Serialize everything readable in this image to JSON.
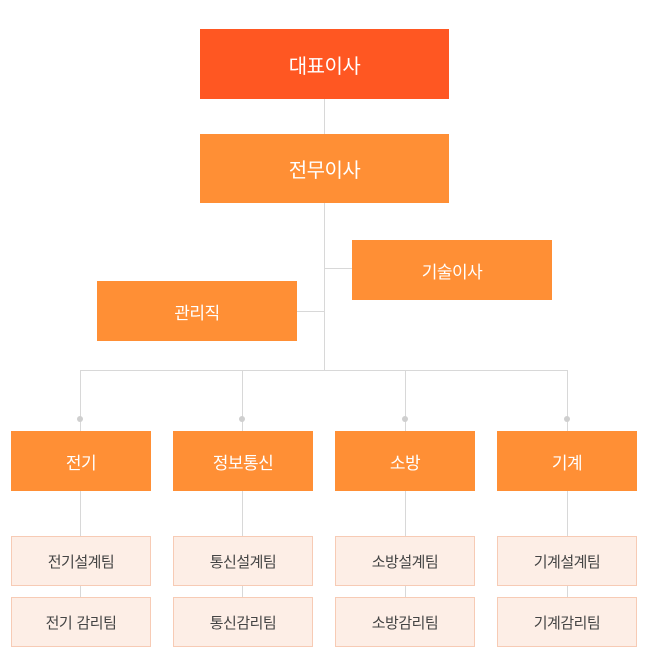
{
  "ceo": "대표이사",
  "managing_director": "전무이사",
  "technical_director": "기술이사",
  "management": "관리직",
  "departments": [
    {
      "name": "전기",
      "teams": [
        "전기설계팀",
        "전기 감리팀"
      ]
    },
    {
      "name": "정보통신",
      "teams": [
        "통신설계팀",
        "통신감리팀"
      ]
    },
    {
      "name": "소방",
      "teams": [
        "소방설계팀",
        "소방감리팀"
      ]
    },
    {
      "name": "기계",
      "teams": [
        "기계설계팀",
        "기계감리팀"
      ]
    }
  ]
}
